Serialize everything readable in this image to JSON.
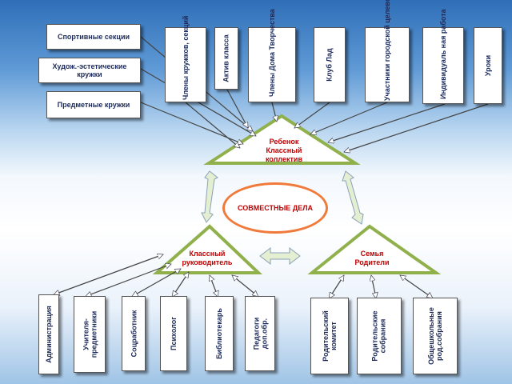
{
  "top_left": [
    "Спортивные секции",
    "Худож.-эстетические кружки",
    "Предметные кружки"
  ],
  "top_vertical": [
    "Члены кружков, секций",
    "Актив класса",
    "Члены Дома Творчества",
    "Клуб Лад",
    "Участники городской целевой программы",
    "Индивидуаль ная работа",
    "Уроки"
  ],
  "center": {
    "child": "Ребенок Классный коллектив",
    "joint": "СОВМЕСТНЫЕ ДЕЛА",
    "teacher": "Классный руководитель",
    "family": "Семья Родители"
  },
  "bottom_vertical": [
    "Администрация",
    "Учителя-предметники",
    "Соцработник",
    "Психолог",
    "Библиотекарь",
    "Педагоги доп.обр.",
    "Родительский комитет",
    "Родительские собрания",
    "Общешкольные род.собрания"
  ]
}
